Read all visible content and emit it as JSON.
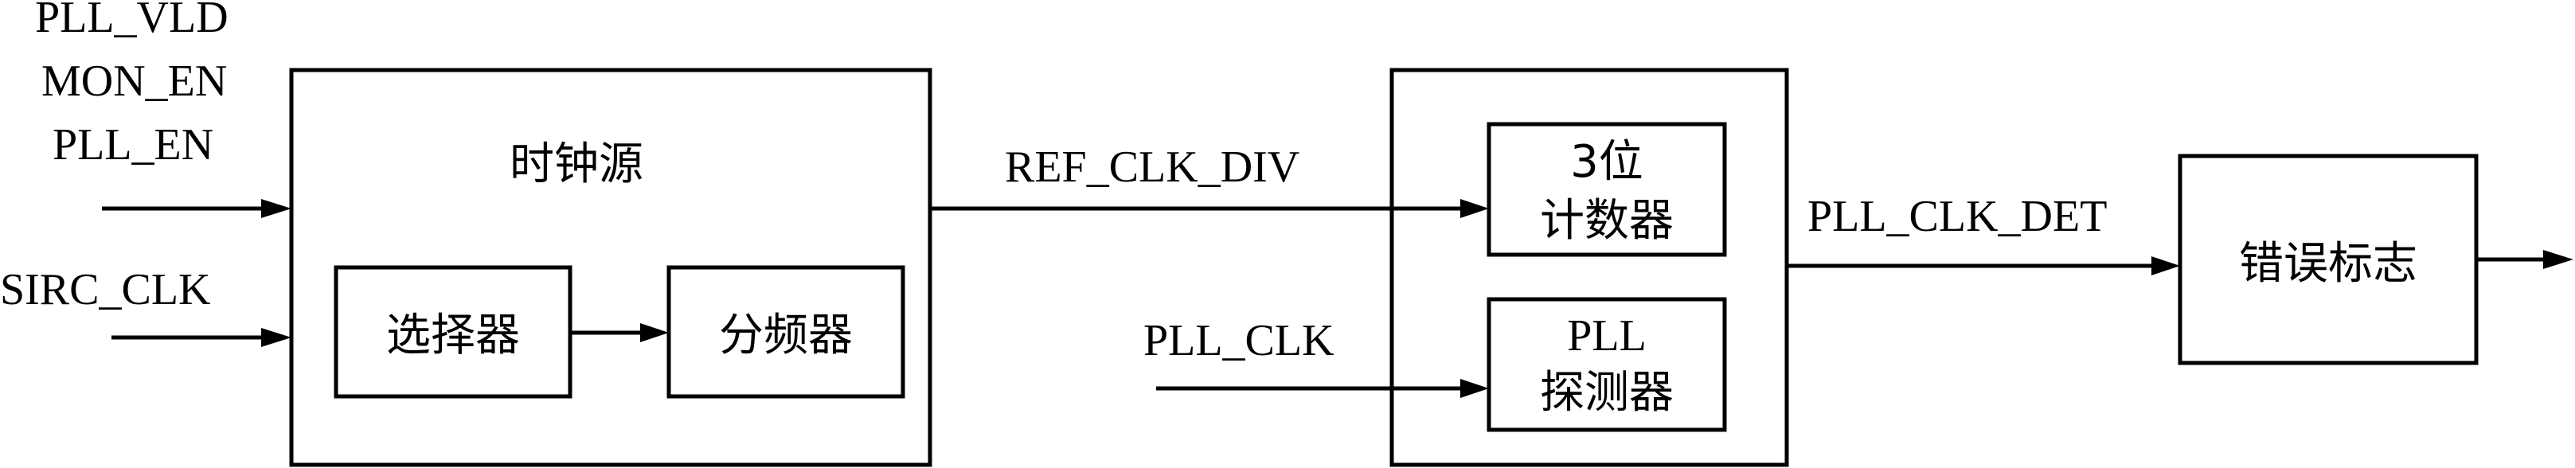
{
  "inputs": {
    "pll_vld": "PLL_VLD",
    "mon_en": "MON_EN",
    "pll_en": "PLL_EN",
    "sirc_clk": "SIRC_CLK"
  },
  "clock_source": {
    "title": "时钟源",
    "selector": "选择器",
    "divider": "分频器"
  },
  "signals": {
    "ref_clk_div": "REF_CLK_DIV",
    "pll_clk": "PLL_CLK",
    "pll_clk_det": "PLL_CLK_DET"
  },
  "detector": {
    "counter_line1": "3位",
    "counter_line2": "计数器",
    "probe_line1": "PLL",
    "probe_line2": "探测器"
  },
  "error_flag": "错误标志"
}
